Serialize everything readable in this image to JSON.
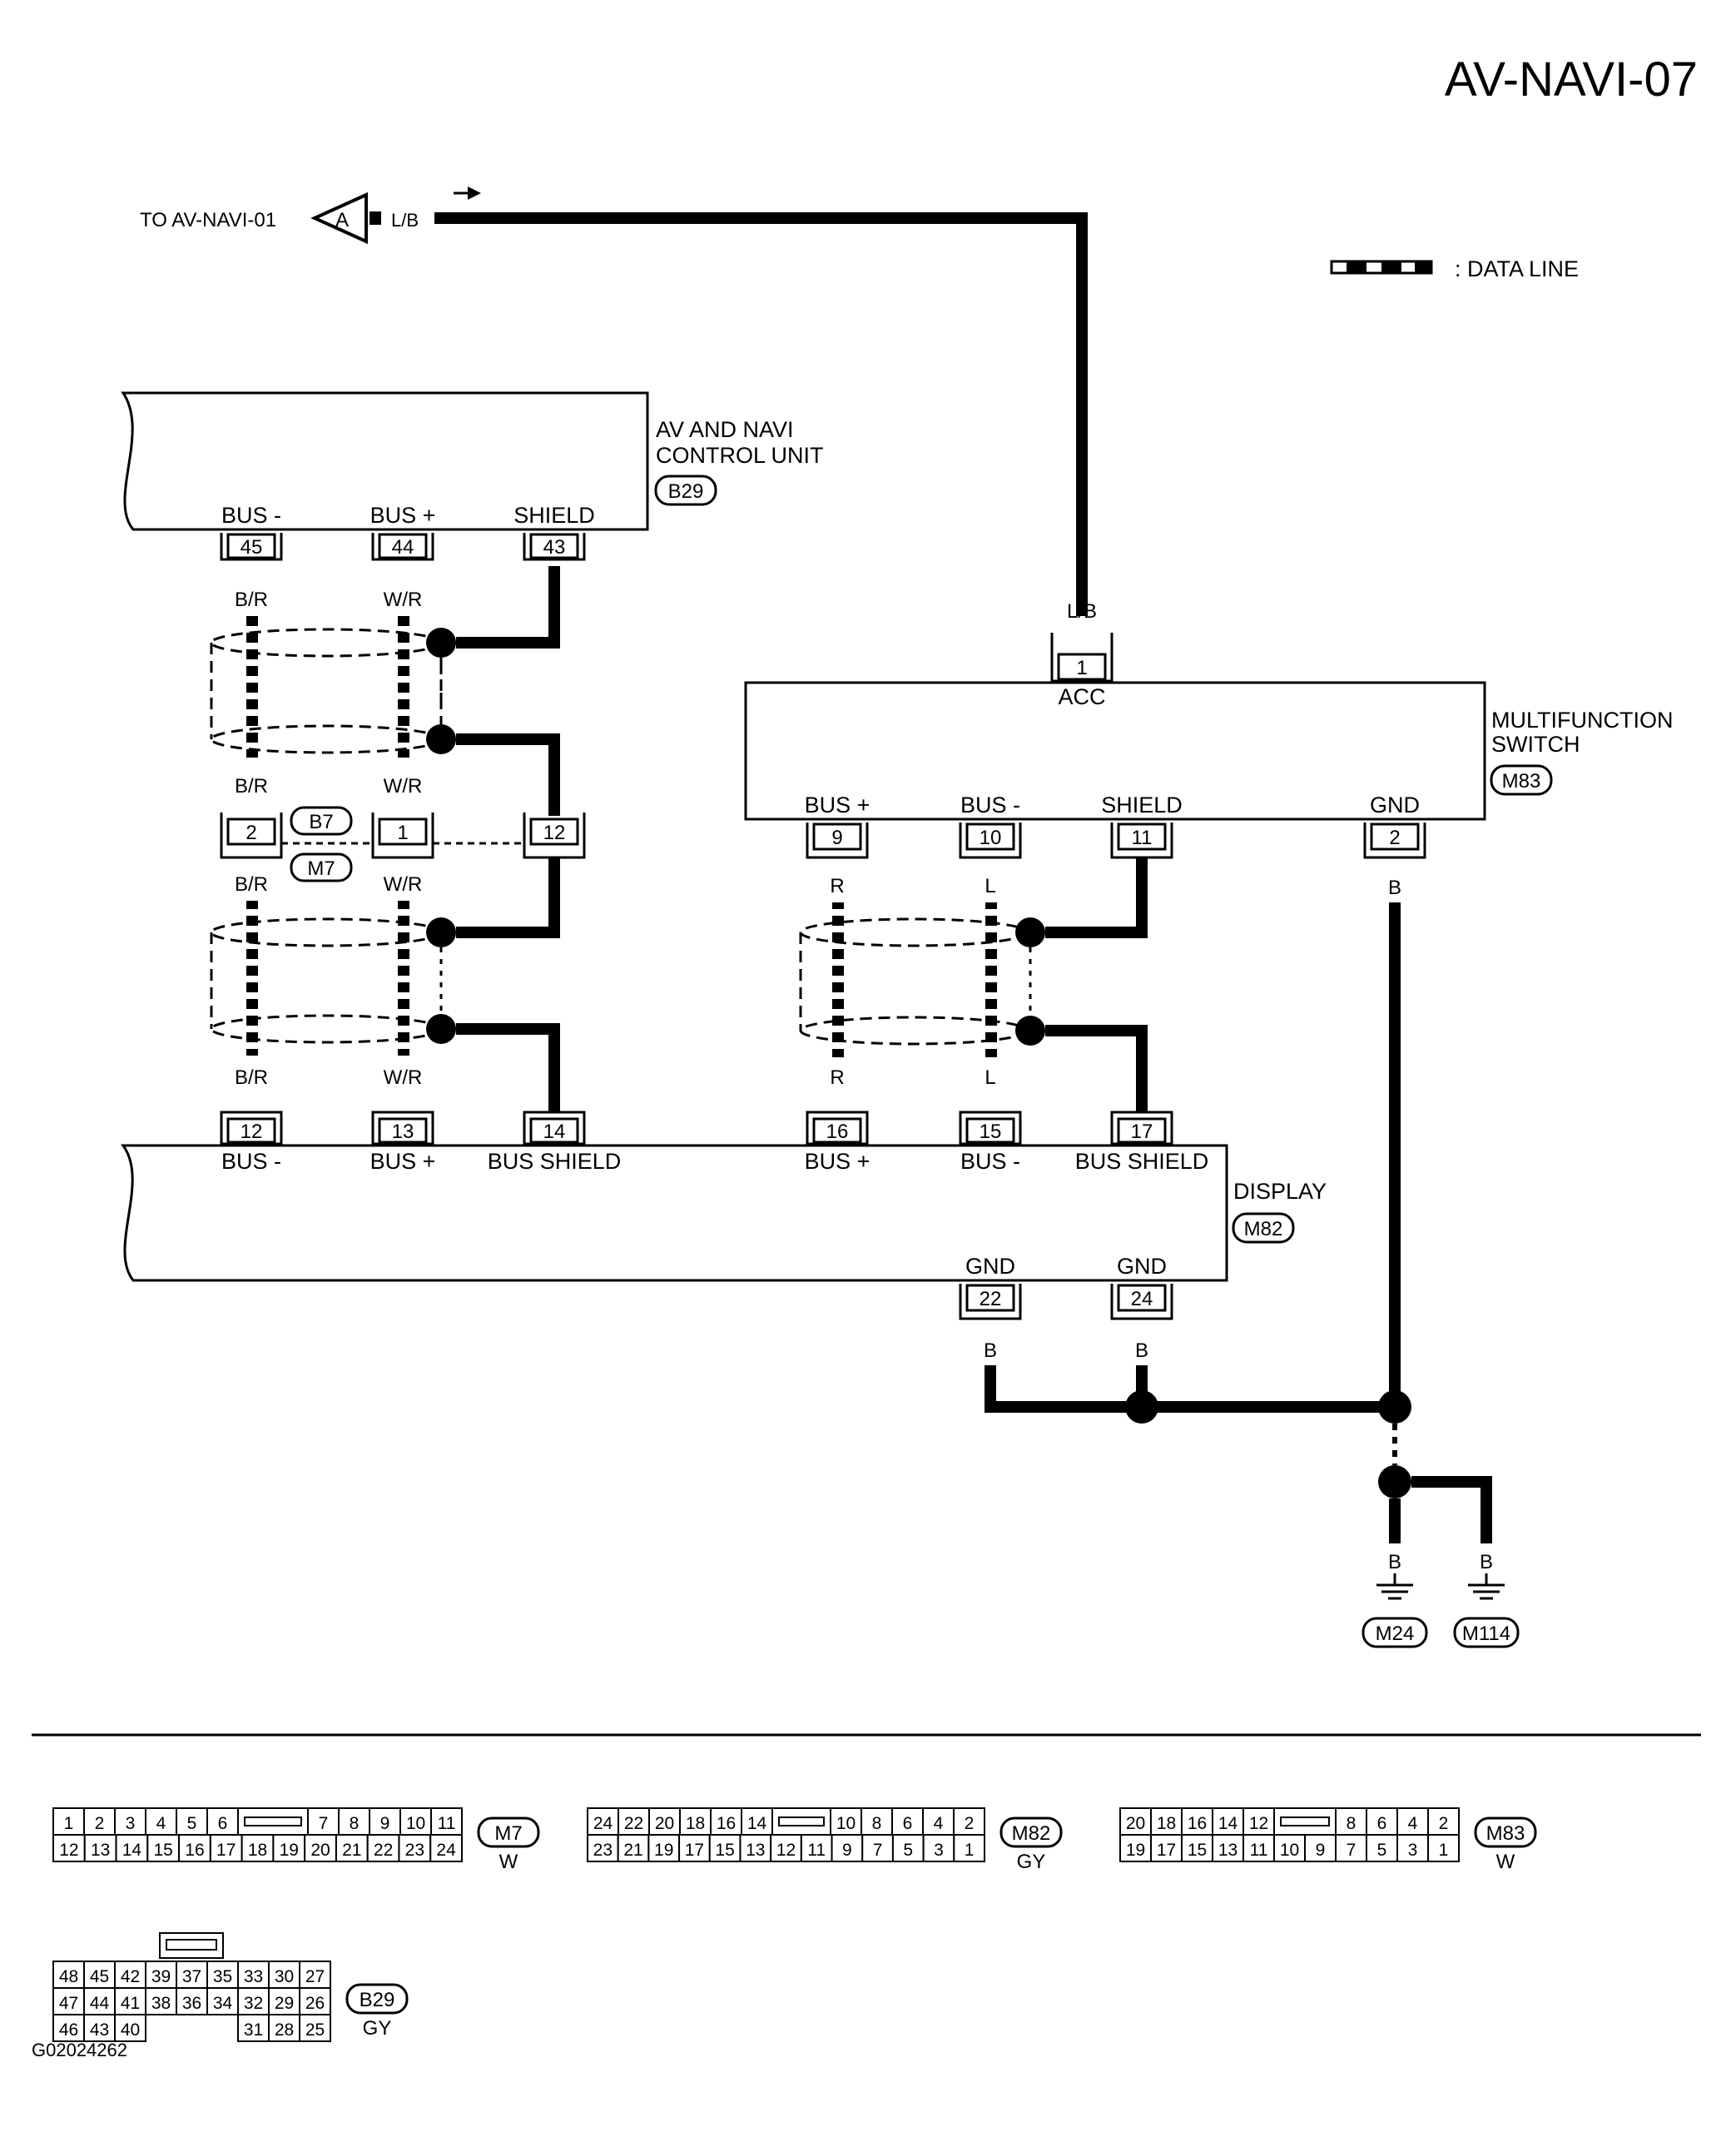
{
  "title": "AV-NAVI-07",
  "footer_code": "G02024262",
  "legend": {
    "text": ": DATA LINE"
  },
  "off_page": {
    "text": "TO AV-NAVI-01",
    "connector": "A",
    "wire": "L/B"
  },
  "units": {
    "av_navi": {
      "name_line1": "AV AND NAVI",
      "name_line2": "CONTROL UNIT",
      "connector": "B29",
      "pins": [
        {
          "num": "45",
          "label": "BUS -"
        },
        {
          "num": "44",
          "label": "BUS +"
        },
        {
          "num": "43",
          "label": "SHIELD"
        }
      ]
    },
    "mfs": {
      "name_line1": "MULTIFUNCTION",
      "name_line2": "SWITCH",
      "connector": "M83",
      "pins": [
        {
          "num": "1",
          "label": "ACC"
        },
        {
          "num": "9",
          "label": "BUS +"
        },
        {
          "num": "10",
          "label": "BUS -"
        },
        {
          "num": "11",
          "label": "SHIELD"
        },
        {
          "num": "2",
          "label": "GND"
        }
      ]
    },
    "display": {
      "name": "DISPLAY",
      "connector": "M82",
      "pins": [
        {
          "num": "12",
          "label": "BUS -"
        },
        {
          "num": "13",
          "label": "BUS +"
        },
        {
          "num": "14",
          "label": "BUS SHIELD"
        },
        {
          "num": "16",
          "label": "BUS +"
        },
        {
          "num": "15",
          "label": "BUS -"
        },
        {
          "num": "17",
          "label": "BUS SHIELD"
        },
        {
          "num": "22",
          "label": "GND"
        },
        {
          "num": "24",
          "label": "GND"
        }
      ]
    }
  },
  "joint": {
    "connector_a": "B7",
    "connector_b": "M7",
    "pins": [
      "2",
      "1",
      "12"
    ]
  },
  "wires": {
    "br": "B/R",
    "wr": "W/R",
    "lb": "L/B",
    "r": "R",
    "l": "L",
    "b": "B"
  },
  "grounds": [
    "M24",
    "M114"
  ],
  "connector_views": {
    "m7": {
      "id": "M7",
      "color": "W",
      "top": [
        "1",
        "2",
        "3",
        "4",
        "5",
        "6",
        "7",
        "8",
        "9",
        "10",
        "11"
      ],
      "bottom": [
        "12",
        "13",
        "14",
        "15",
        "16",
        "17",
        "18",
        "19",
        "20",
        "21",
        "22",
        "23",
        "24"
      ]
    },
    "m82": {
      "id": "M82",
      "color": "GY",
      "top": [
        "24",
        "22",
        "20",
        "18",
        "16",
        "14",
        "10",
        "8",
        "6",
        "4",
        "2"
      ],
      "bottom": [
        "23",
        "21",
        "19",
        "17",
        "15",
        "13",
        "12",
        "11",
        "9",
        "7",
        "5",
        "3",
        "1"
      ]
    },
    "m83": {
      "id": "M83",
      "color": "W",
      "top": [
        "20",
        "18",
        "16",
        "14",
        "12",
        "8",
        "6",
        "4",
        "2"
      ],
      "bottom": [
        "19",
        "17",
        "15",
        "13",
        "11",
        "10",
        "9",
        "7",
        "5",
        "3",
        "1"
      ]
    },
    "b29": {
      "id": "B29",
      "color": "GY",
      "row1": [
        "48",
        "45",
        "42",
        "39",
        "37",
        "35",
        "33",
        "30",
        "27"
      ],
      "row2": [
        "47",
        "44",
        "41",
        "38",
        "36",
        "34",
        "32",
        "29",
        "26"
      ],
      "row3": [
        "46",
        "43",
        "40",
        "31",
        "28",
        "25"
      ]
    }
  }
}
